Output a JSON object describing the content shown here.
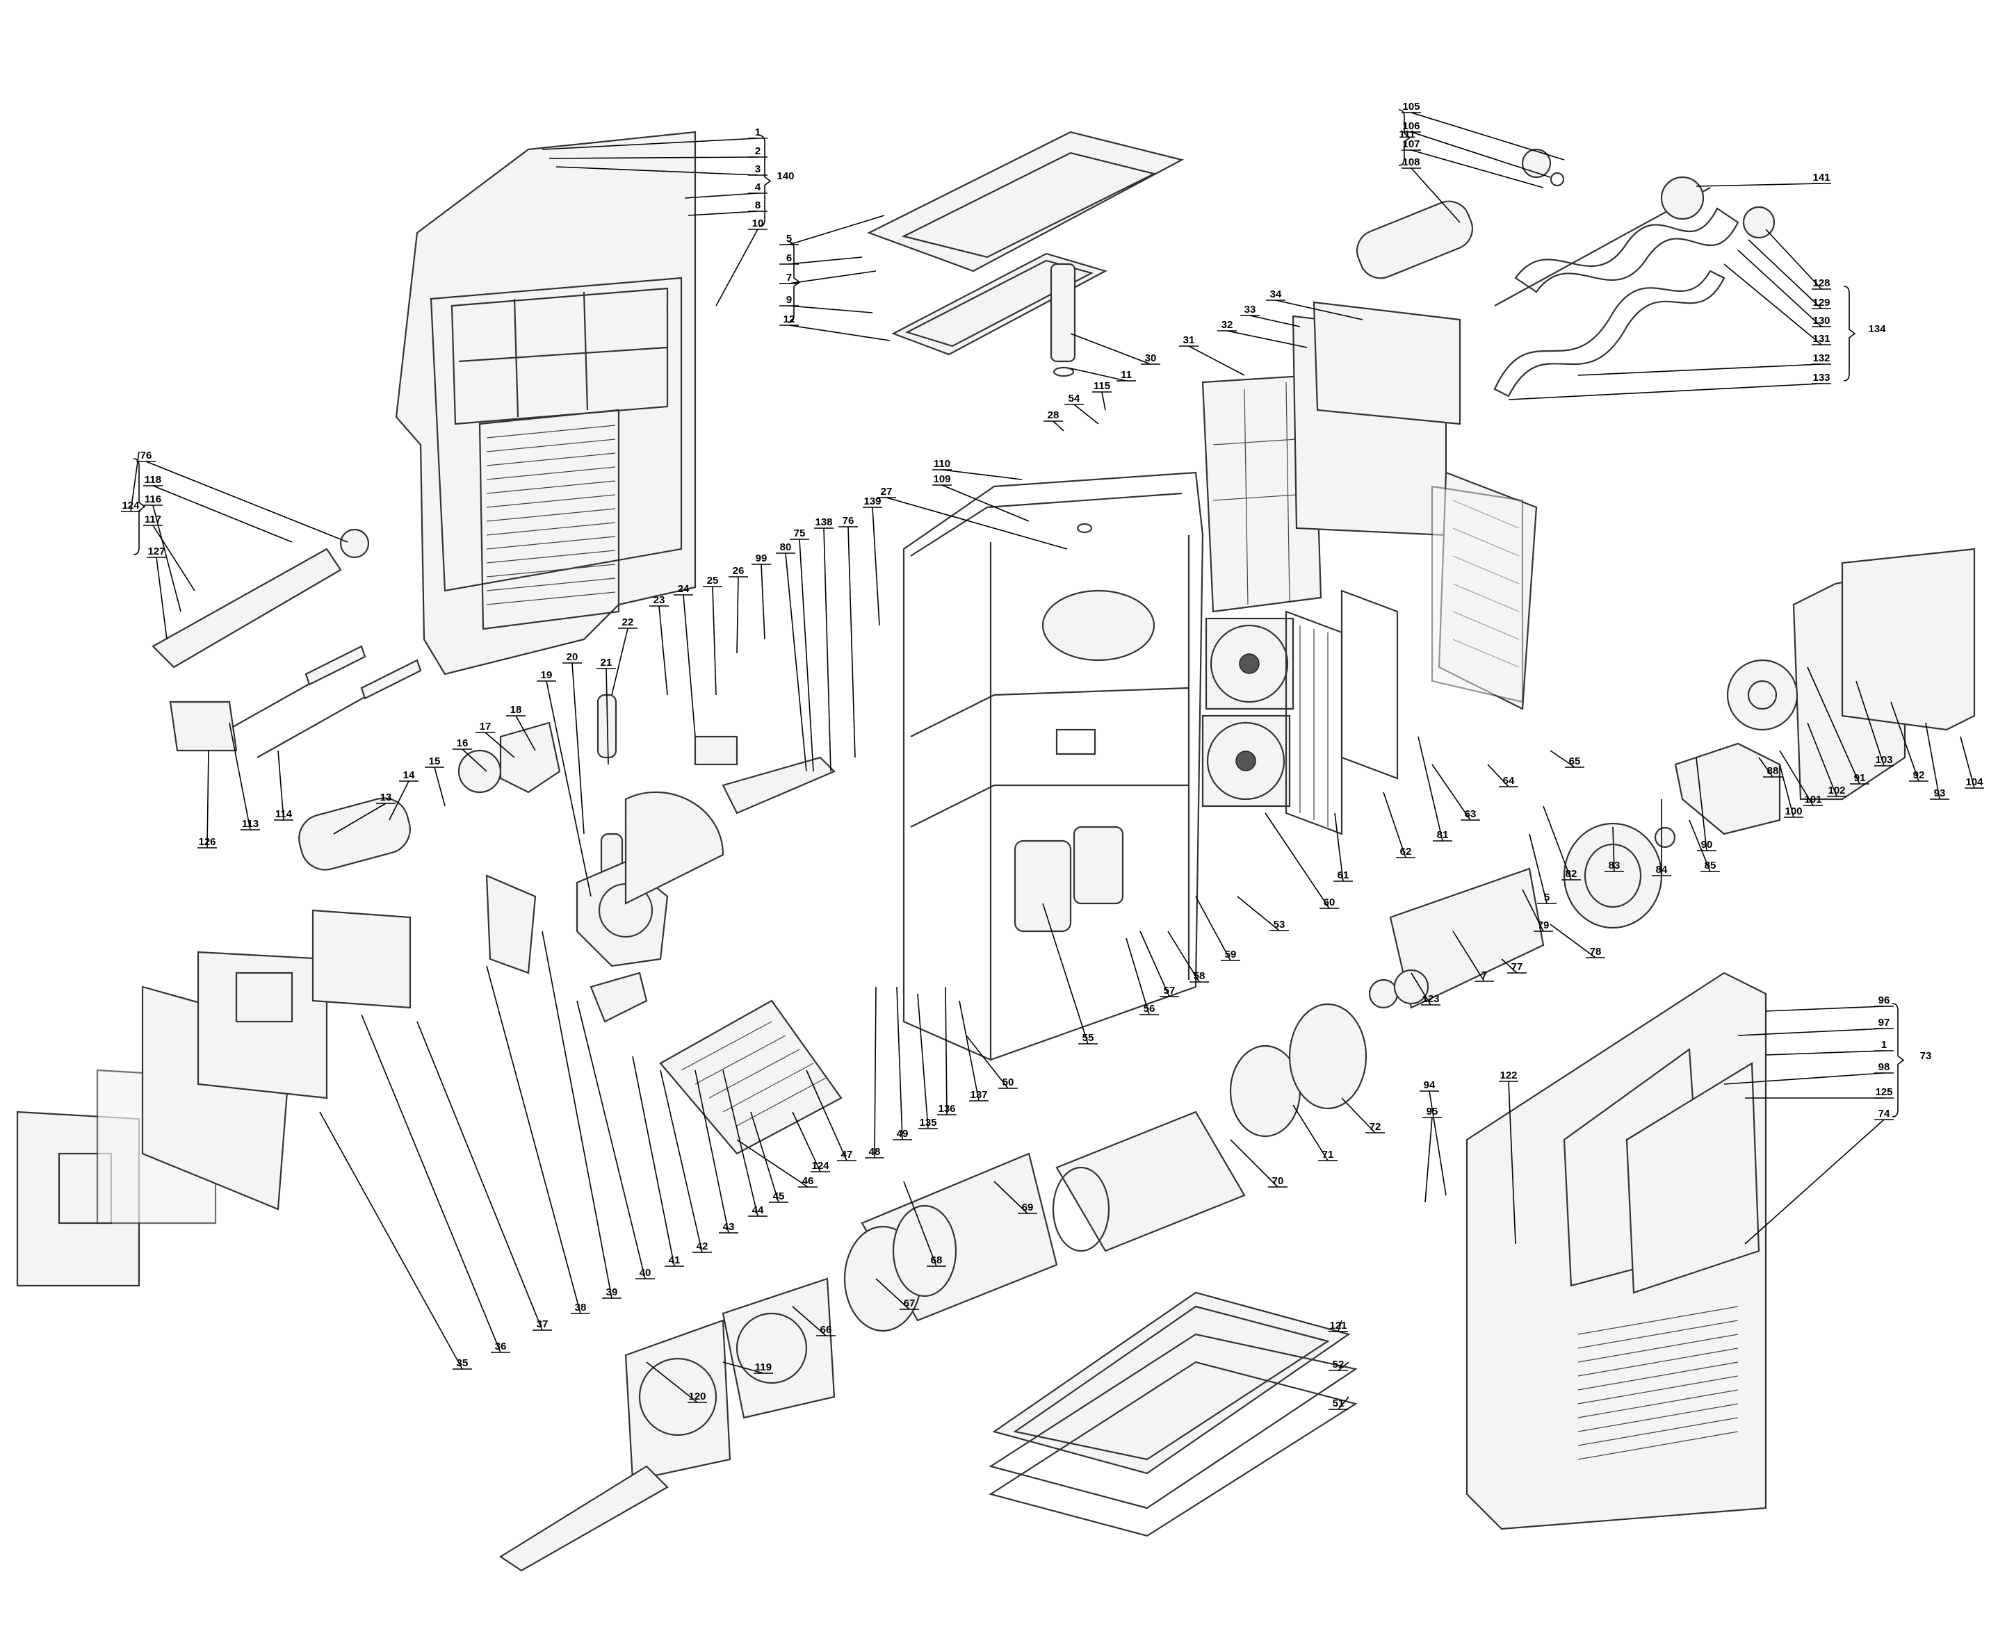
{
  "labels": [
    "1",
    "2",
    "3",
    "4",
    "8",
    "10",
    "140",
    "5",
    "6",
    "7",
    "9",
    "12",
    "30",
    "11",
    "115",
    "54",
    "28",
    "110",
    "109",
    "27",
    "139",
    "76",
    "138",
    "75",
    "80",
    "99",
    "26",
    "25",
    "24",
    "23",
    "22",
    "21",
    "20",
    "19",
    "18",
    "17",
    "16",
    "15",
    "14",
    "13",
    "126",
    "113",
    "114",
    "124",
    "76",
    "118",
    "116",
    "117",
    "127",
    "34",
    "33",
    "32",
    "31",
    "105",
    "106",
    "107",
    "108",
    "111",
    "141",
    "128",
    "129",
    "130",
    "131",
    "132",
    "133",
    "134",
    "65",
    "64",
    "63",
    "81",
    "62",
    "61",
    "60",
    "53",
    "59",
    "58",
    "57",
    "56",
    "55",
    "104",
    "93",
    "92",
    "103",
    "91",
    "102",
    "101",
    "100",
    "88",
    "90",
    "85",
    "84",
    "83",
    "82",
    "5",
    "79",
    "78",
    "77",
    "7",
    "123",
    "122",
    "94",
    "95",
    "96",
    "97",
    "1",
    "98",
    "125",
    "74",
    "73",
    "72",
    "71",
    "70",
    "69",
    "68",
    "67",
    "66",
    "119",
    "120",
    "121",
    "52",
    "51",
    "50",
    "137",
    "136",
    "135",
    "49",
    "48",
    "47",
    "124",
    "46",
    "45",
    "44",
    "43",
    "42",
    "41",
    "40",
    "39",
    "38",
    "37",
    "36",
    "35"
  ],
  "colors": {
    "line": "#333333",
    "text": "#000000",
    "background": "#ffffff"
  }
}
